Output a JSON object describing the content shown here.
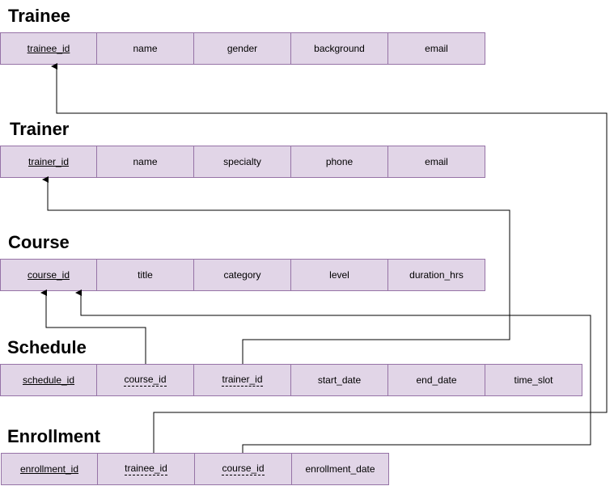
{
  "tables": [
    {
      "id": "trainee",
      "name": "Trainee",
      "columns": [
        {
          "label": "trainee_id",
          "key": "pk"
        },
        {
          "label": "name",
          "key": ""
        },
        {
          "label": "gender",
          "key": ""
        },
        {
          "label": "background",
          "key": ""
        },
        {
          "label": "email",
          "key": ""
        }
      ]
    },
    {
      "id": "trainer",
      "name": "Trainer",
      "columns": [
        {
          "label": "trainer_id",
          "key": "pk"
        },
        {
          "label": "name",
          "key": ""
        },
        {
          "label": "specialty",
          "key": ""
        },
        {
          "label": "phone",
          "key": ""
        },
        {
          "label": "email",
          "key": ""
        }
      ]
    },
    {
      "id": "course",
      "name": "Course",
      "columns": [
        {
          "label": "course_id",
          "key": "pk"
        },
        {
          "label": "title",
          "key": ""
        },
        {
          "label": "category",
          "key": ""
        },
        {
          "label": "level",
          "key": ""
        },
        {
          "label": "duration_hrs",
          "key": ""
        }
      ]
    },
    {
      "id": "schedule",
      "name": "Schedule",
      "columns": [
        {
          "label": "schedule_id",
          "key": "pk"
        },
        {
          "label": "course_id",
          "key": "fk"
        },
        {
          "label": "trainer_id",
          "key": "fk"
        },
        {
          "label": "start_date",
          "key": ""
        },
        {
          "label": "end_date",
          "key": ""
        },
        {
          "label": "time_slot",
          "key": ""
        }
      ]
    },
    {
      "id": "enrollment",
      "name": "Enrollment",
      "columns": [
        {
          "label": "enrollment_id",
          "key": "pk"
        },
        {
          "label": "trainee_id",
          "key": "fk"
        },
        {
          "label": "course_id",
          "key": "fk"
        },
        {
          "label": "enrollment_date",
          "key": ""
        }
      ]
    }
  ],
  "relationships": [
    {
      "from": "schedule.course_id",
      "to": "course.course_id"
    },
    {
      "from": "schedule.trainer_id",
      "to": "trainer.trainer_id"
    },
    {
      "from": "enrollment.trainee_id",
      "to": "trainee.trainee_id"
    },
    {
      "from": "enrollment.course_id",
      "to": "course.course_id"
    }
  ]
}
